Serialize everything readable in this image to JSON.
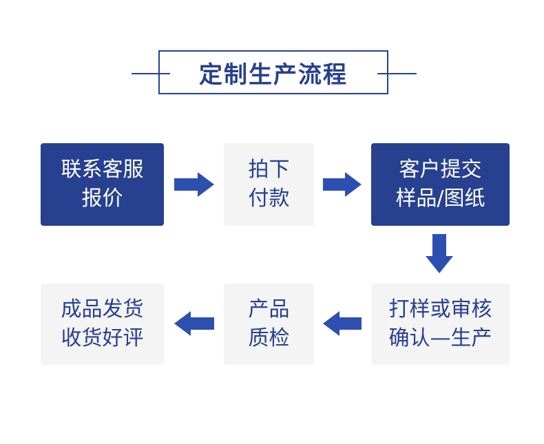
{
  "title": "定制生产流程",
  "colors": {
    "primary": "#27408f",
    "light_bg": "#f4f4f4",
    "arrow": "#2d4fb0"
  },
  "steps": [
    {
      "line1": "联系客服",
      "line2": "报价",
      "style": "dark"
    },
    {
      "line1": "拍下",
      "line2": "付款",
      "style": "light"
    },
    {
      "line1": "客户提交",
      "line2": "样品/图纸",
      "style": "dark"
    },
    {
      "line1": "打样或审核",
      "line2": "确认—生产",
      "style": "light"
    },
    {
      "line1": "产品",
      "line2": "质检",
      "style": "light"
    },
    {
      "line1": "成品发货",
      "line2": "收货好评",
      "style": "light"
    }
  ],
  "arrows": [
    "right-arrow",
    "right-arrow",
    "down-arrow",
    "left-arrow",
    "left-arrow"
  ]
}
